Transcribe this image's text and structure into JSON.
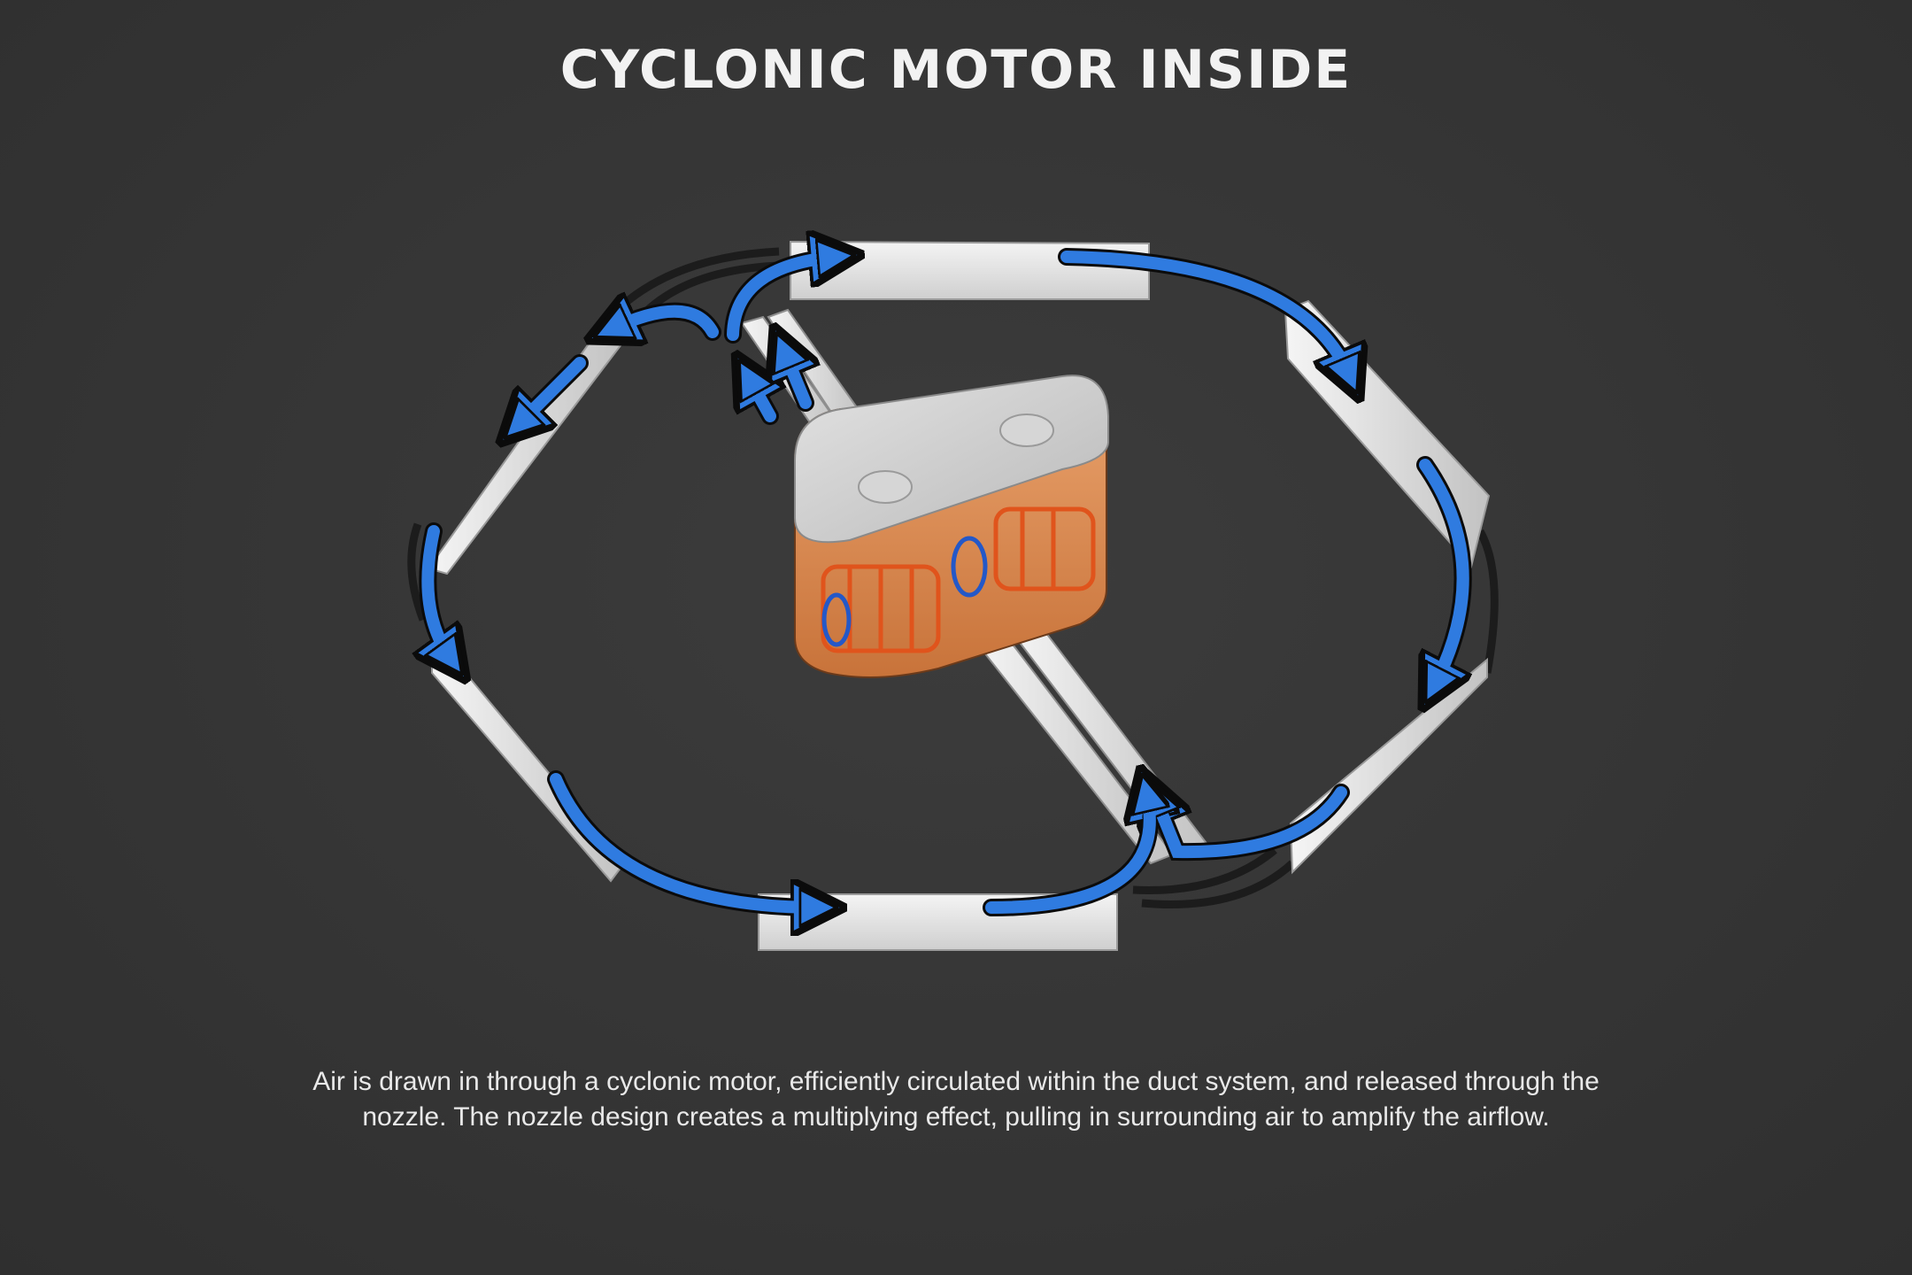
{
  "title": "CYCLONIC MOTOR INSIDE",
  "caption": {
    "line1": "Air is drawn in through a cyclonic motor, efficiently circulated within the duct system, and released through the",
    "line2": "nozzle. The nozzle design creates a multiplying effect, pulling in surrounding air to amplify the airflow."
  },
  "icons": {
    "arrow": "airflow-arrow-icon"
  },
  "colors": {
    "background": "#363636",
    "duct": "#e6e6e6",
    "airflow_arrow": "#2f7be0",
    "motor_housing": "#d9864a",
    "motor_coil": "#e0541c"
  }
}
